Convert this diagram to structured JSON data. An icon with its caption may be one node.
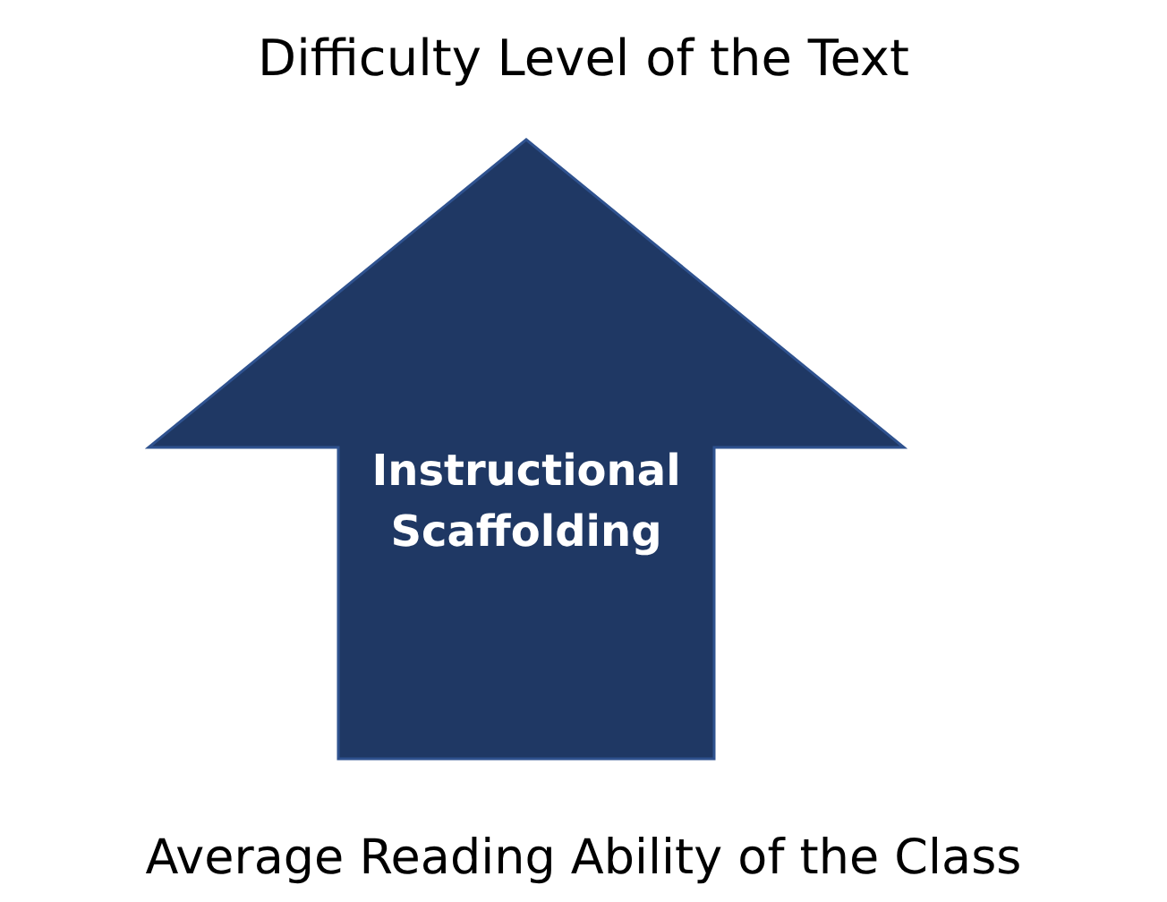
{
  "diagram": {
    "nodes": [
      {
        "text": [
          "Difficulty Level of the Text"
        ]
      },
      {
        "text": [
          "Average Reading Ability of the Class"
        ]
      }
    ],
    "edges": [
      {
        "from": 1,
        "to": 0,
        "arrow": "to",
        "label": "Instructional Scaffolding",
        "style": "thick"
      }
    ]
  }
}
